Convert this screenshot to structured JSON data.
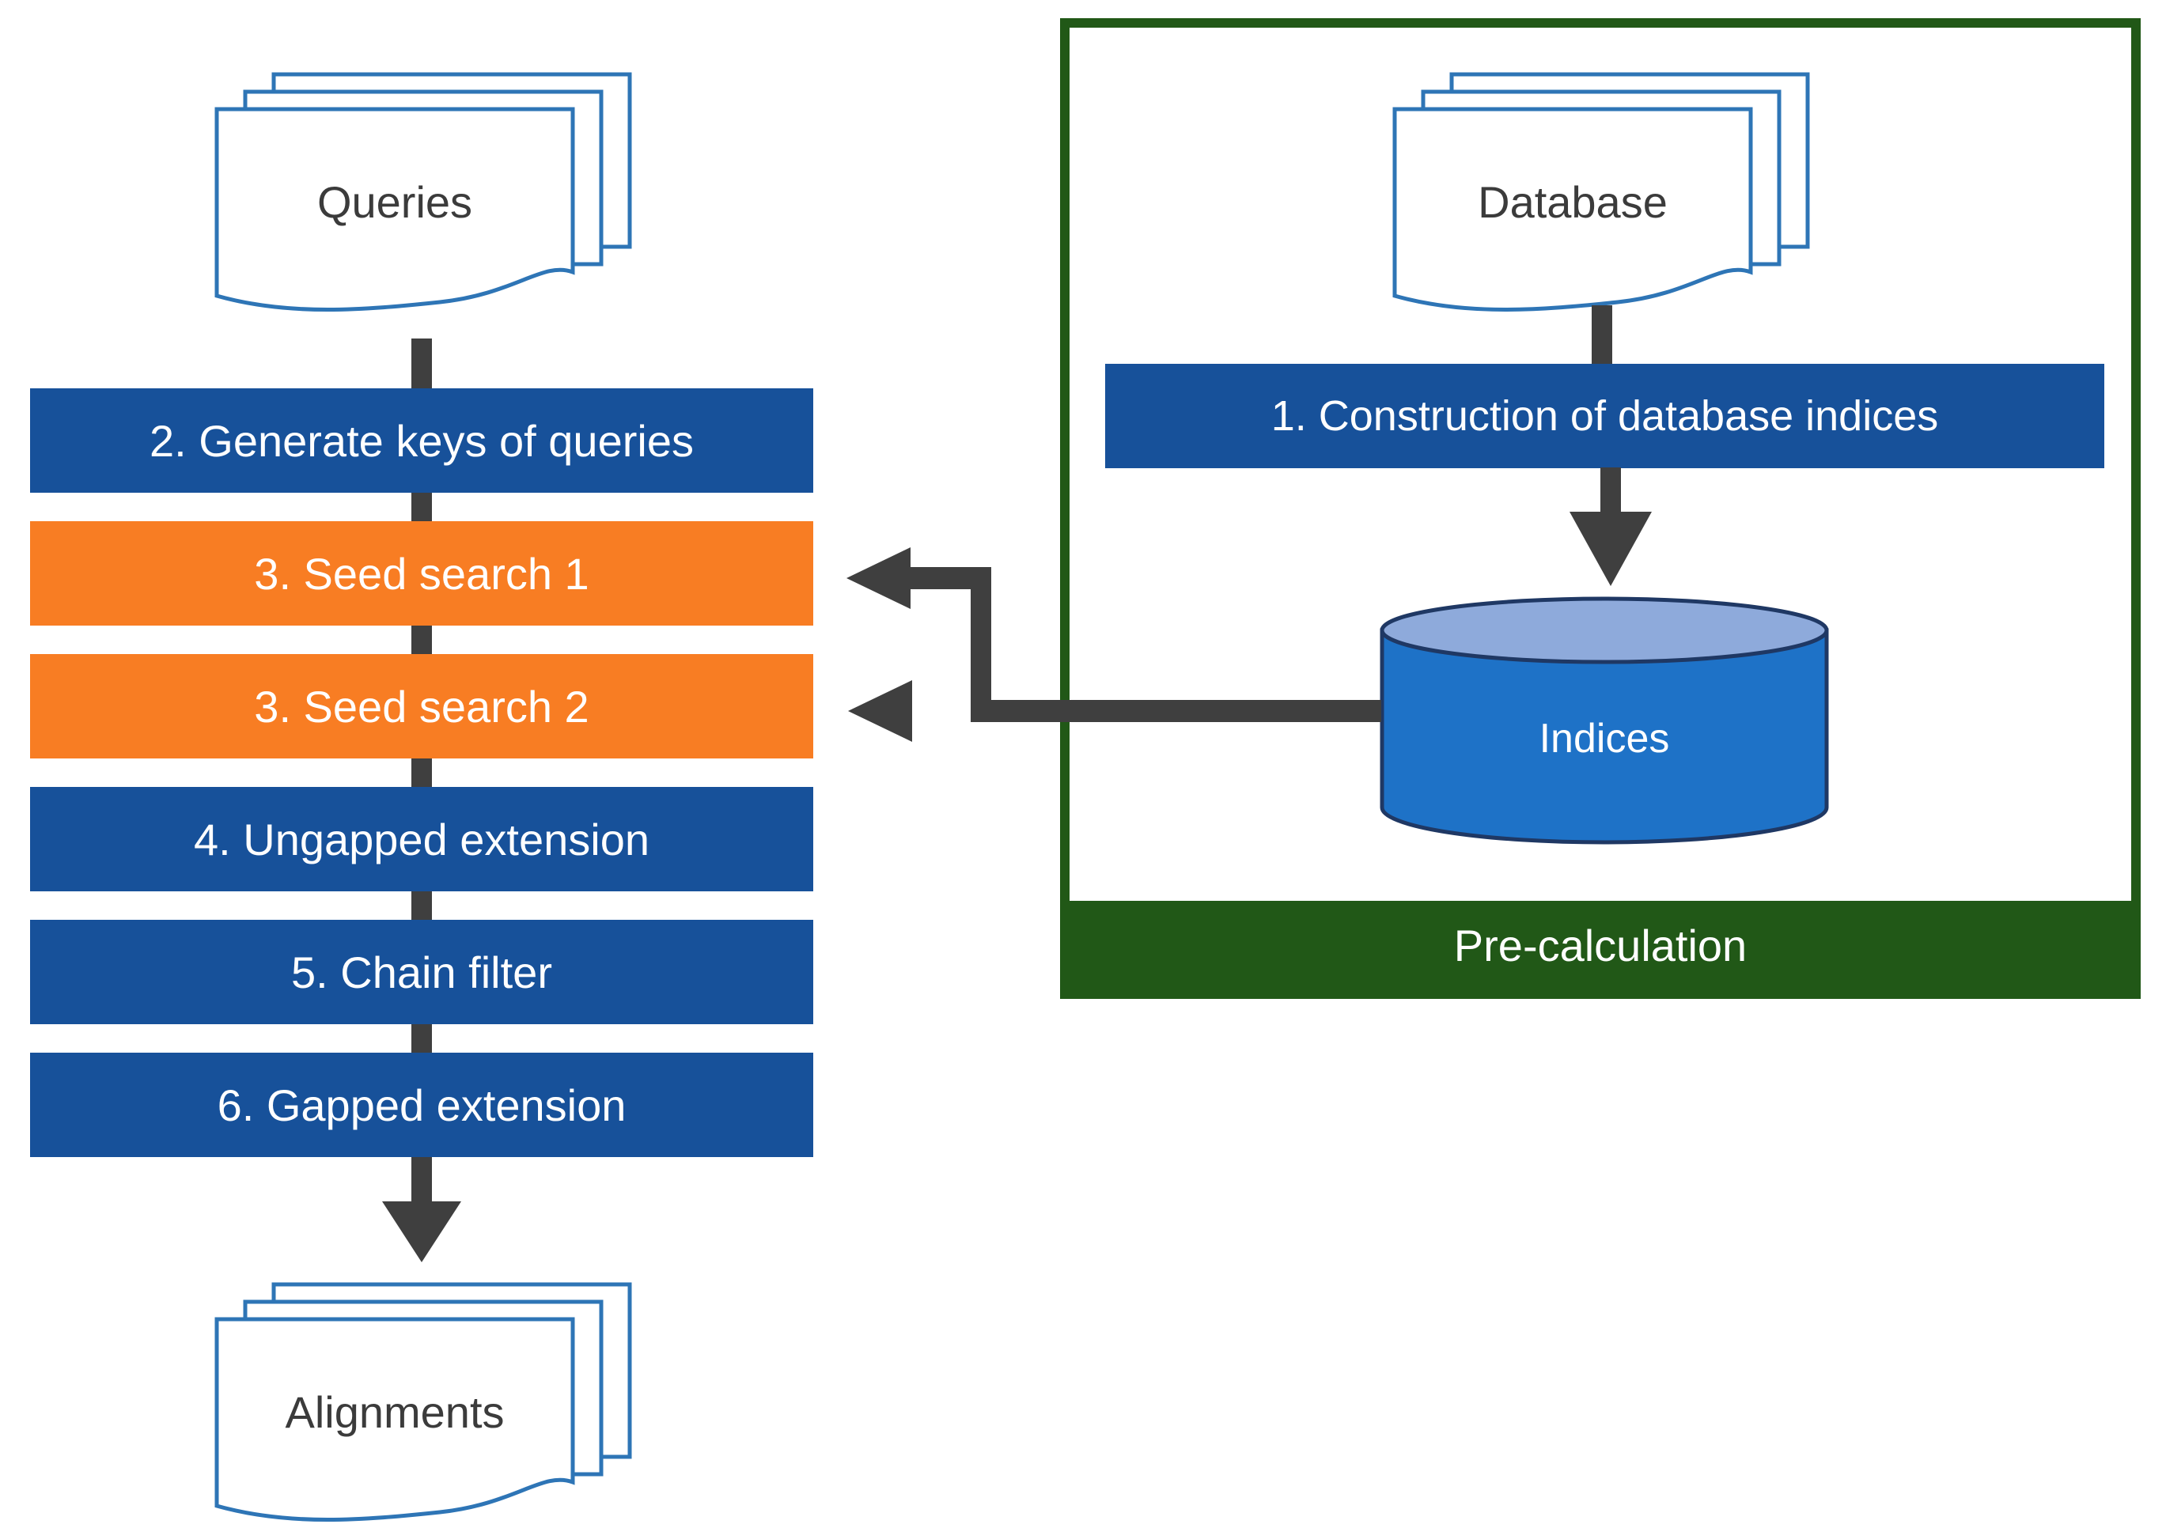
{
  "palette": {
    "step_blue": "#17519A",
    "step_orange": "#F87D23",
    "arrow_gray": "#3F3F3F",
    "group_green": "#215817",
    "cylinder_body": "#1E72C7",
    "cylinder_top": "#8EAADB",
    "cylinder_stroke": "#1F3864",
    "doc_stroke": "#2E75B6",
    "doc_text": "#3B3B3B"
  },
  "left_flow": {
    "input_icon": {
      "name": "queries-doc-icon",
      "label": "Queries"
    },
    "steps": [
      {
        "label": "2. Generate keys of queries",
        "color": "blue"
      },
      {
        "label": "3. Seed search 1",
        "color": "orange"
      },
      {
        "label": "3. Seed search 2",
        "color": "orange"
      },
      {
        "label": "4. Ungapped extension",
        "color": "blue"
      },
      {
        "label": "5. Chain filter",
        "color": "blue"
      },
      {
        "label": "6. Gapped extension",
        "color": "blue"
      }
    ],
    "output_icon": {
      "name": "alignments-doc-icon",
      "label": "Alignments"
    }
  },
  "right_flow": {
    "group_label": "Pre-calculation",
    "input_icon": {
      "name": "database-doc-icon",
      "label": "Database"
    },
    "step": {
      "label": "1. Construction of database indices"
    },
    "store": {
      "name": "indices-cylinder-icon",
      "label": "Indices"
    }
  }
}
